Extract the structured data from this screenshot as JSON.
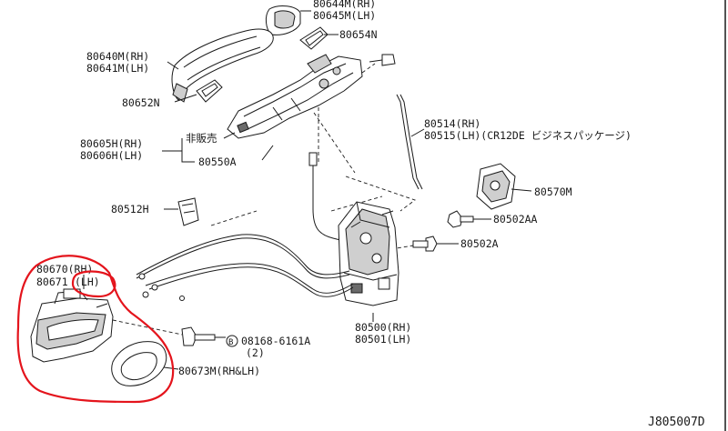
{
  "diagram": {
    "labels": {
      "p80644": "80644M(RH)",
      "p80645": "80645M(LH)",
      "p80654": "80654N",
      "p80640": "80640M(RH)",
      "p80641": "80641M(LH)",
      "p80652": "80652N",
      "p80514": "80514(RH)",
      "p80515": "80515(LH)(CR12DE ビジネスパッケージ)",
      "hihanbai": "非販売",
      "p80605": "80605H(RH)",
      "p80606": "80606H(LH)",
      "p80550": "80550A",
      "p80570": "80570M",
      "p80512": "80512H",
      "p80502aa": "80502AA",
      "p80502a": "80502A",
      "p80670": "80670(RH)",
      "p80671": "80671",
      "p80671_lh": "(LH)",
      "bolt_b": "B",
      "p08168": "08168-6161A",
      "qty": "(2)",
      "p80500": "80500(RH)",
      "p80501": "80501(LH)",
      "p80673": "80673M(RH&LH)",
      "diagram_code": "J805007D"
    },
    "colors": {
      "ink": "#1a1a1a",
      "annotation_red": "#e4141c",
      "background": "#ffffff"
    }
  }
}
